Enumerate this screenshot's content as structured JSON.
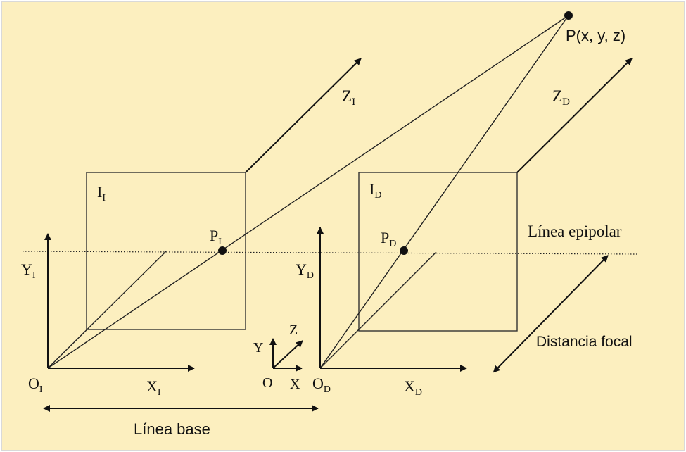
{
  "colors": {
    "background": "#FCEFBF",
    "border": "#D9D9D9",
    "line": "#111111"
  },
  "labels": {
    "point": "P(x, y, z)",
    "z_left": "Z",
    "z_left_sub": "I",
    "z_right": "Z",
    "z_right_sub": "D",
    "image_left": "I",
    "image_left_sub": "I",
    "image_right": "I",
    "image_right_sub": "D",
    "p_left": "P",
    "p_left_sub": "I",
    "p_right": "P",
    "p_right_sub": "D",
    "epipolar": "Línea epipolar",
    "y_left": "Y",
    "y_left_sub": "I",
    "y_right": "Y",
    "y_right_sub": "D",
    "origin_left": "O",
    "origin_left_sub": "I",
    "x_left": "X",
    "x_left_sub": "I",
    "origin_right": "O",
    "origin_right_sub": "D",
    "x_right": "X",
    "x_right_sub": "D",
    "world_y": "Y",
    "world_z": "Z",
    "world_o": "O",
    "world_x": "X",
    "focal": "Distancia focal",
    "baseline": "Línea base"
  }
}
